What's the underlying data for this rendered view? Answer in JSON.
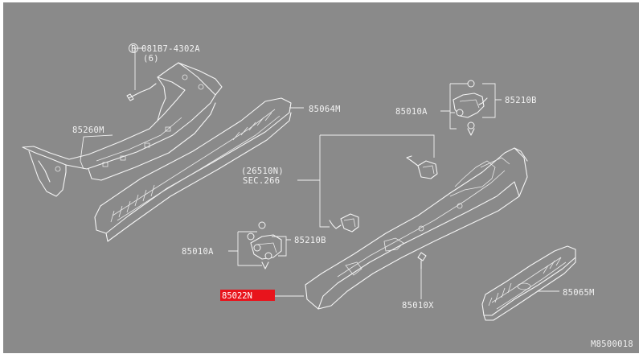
{
  "colors": {
    "background": "#8a8a8a",
    "frame": "#ffffff",
    "line": "#f4f4f4",
    "highlight": "#e8141c"
  },
  "labels": {
    "bolt_spec": "081B7-4302A",
    "bolt_spec_qty": "(6)",
    "bolt_spec_marker": "B",
    "bracket_upper_left": "85260M",
    "step_bar_left": "85064M",
    "bolt_upper_right": "85010A",
    "bracket_upper_right": "85210B",
    "sensor_ref": "(26510N)",
    "sensor_sec": "SEC.266",
    "bolt_lower_left": "85010A",
    "bracket_lower_left": "85210B",
    "bumper_highlight": "85022N",
    "bolt_bottom": "85010X",
    "step_bar_right": "85065M",
    "diagram_id": "M8500018"
  }
}
